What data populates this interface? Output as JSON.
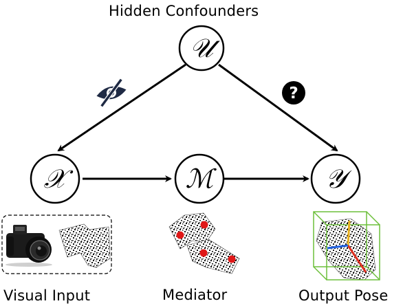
{
  "title": "Hidden Confounders",
  "nodes": {
    "u": {
      "symbol": "𝒰"
    },
    "x": {
      "symbol": "𝒳"
    },
    "m": {
      "symbol": "ℳ"
    },
    "y": {
      "symbol": "𝒴"
    }
  },
  "labels": {
    "visual_input": "Visual Input",
    "mediator": "Mediator",
    "output_pose": "Output Pose"
  },
  "edges": [
    {
      "from": "u",
      "to": "x",
      "marker": "eye-slash-icon"
    },
    {
      "from": "u",
      "to": "y",
      "marker": "question-circle-icon"
    },
    {
      "from": "x",
      "to": "m"
    },
    {
      "from": "m",
      "to": "y"
    }
  ],
  "colors": {
    "stroke": "#000000",
    "eye_icon": "#1f2a44",
    "keypoint": "#e01818",
    "bbox": "#6cbf3a",
    "axis_x": "#e03020",
    "axis_y": "#e8b020",
    "axis_z": "#2060e0"
  }
}
